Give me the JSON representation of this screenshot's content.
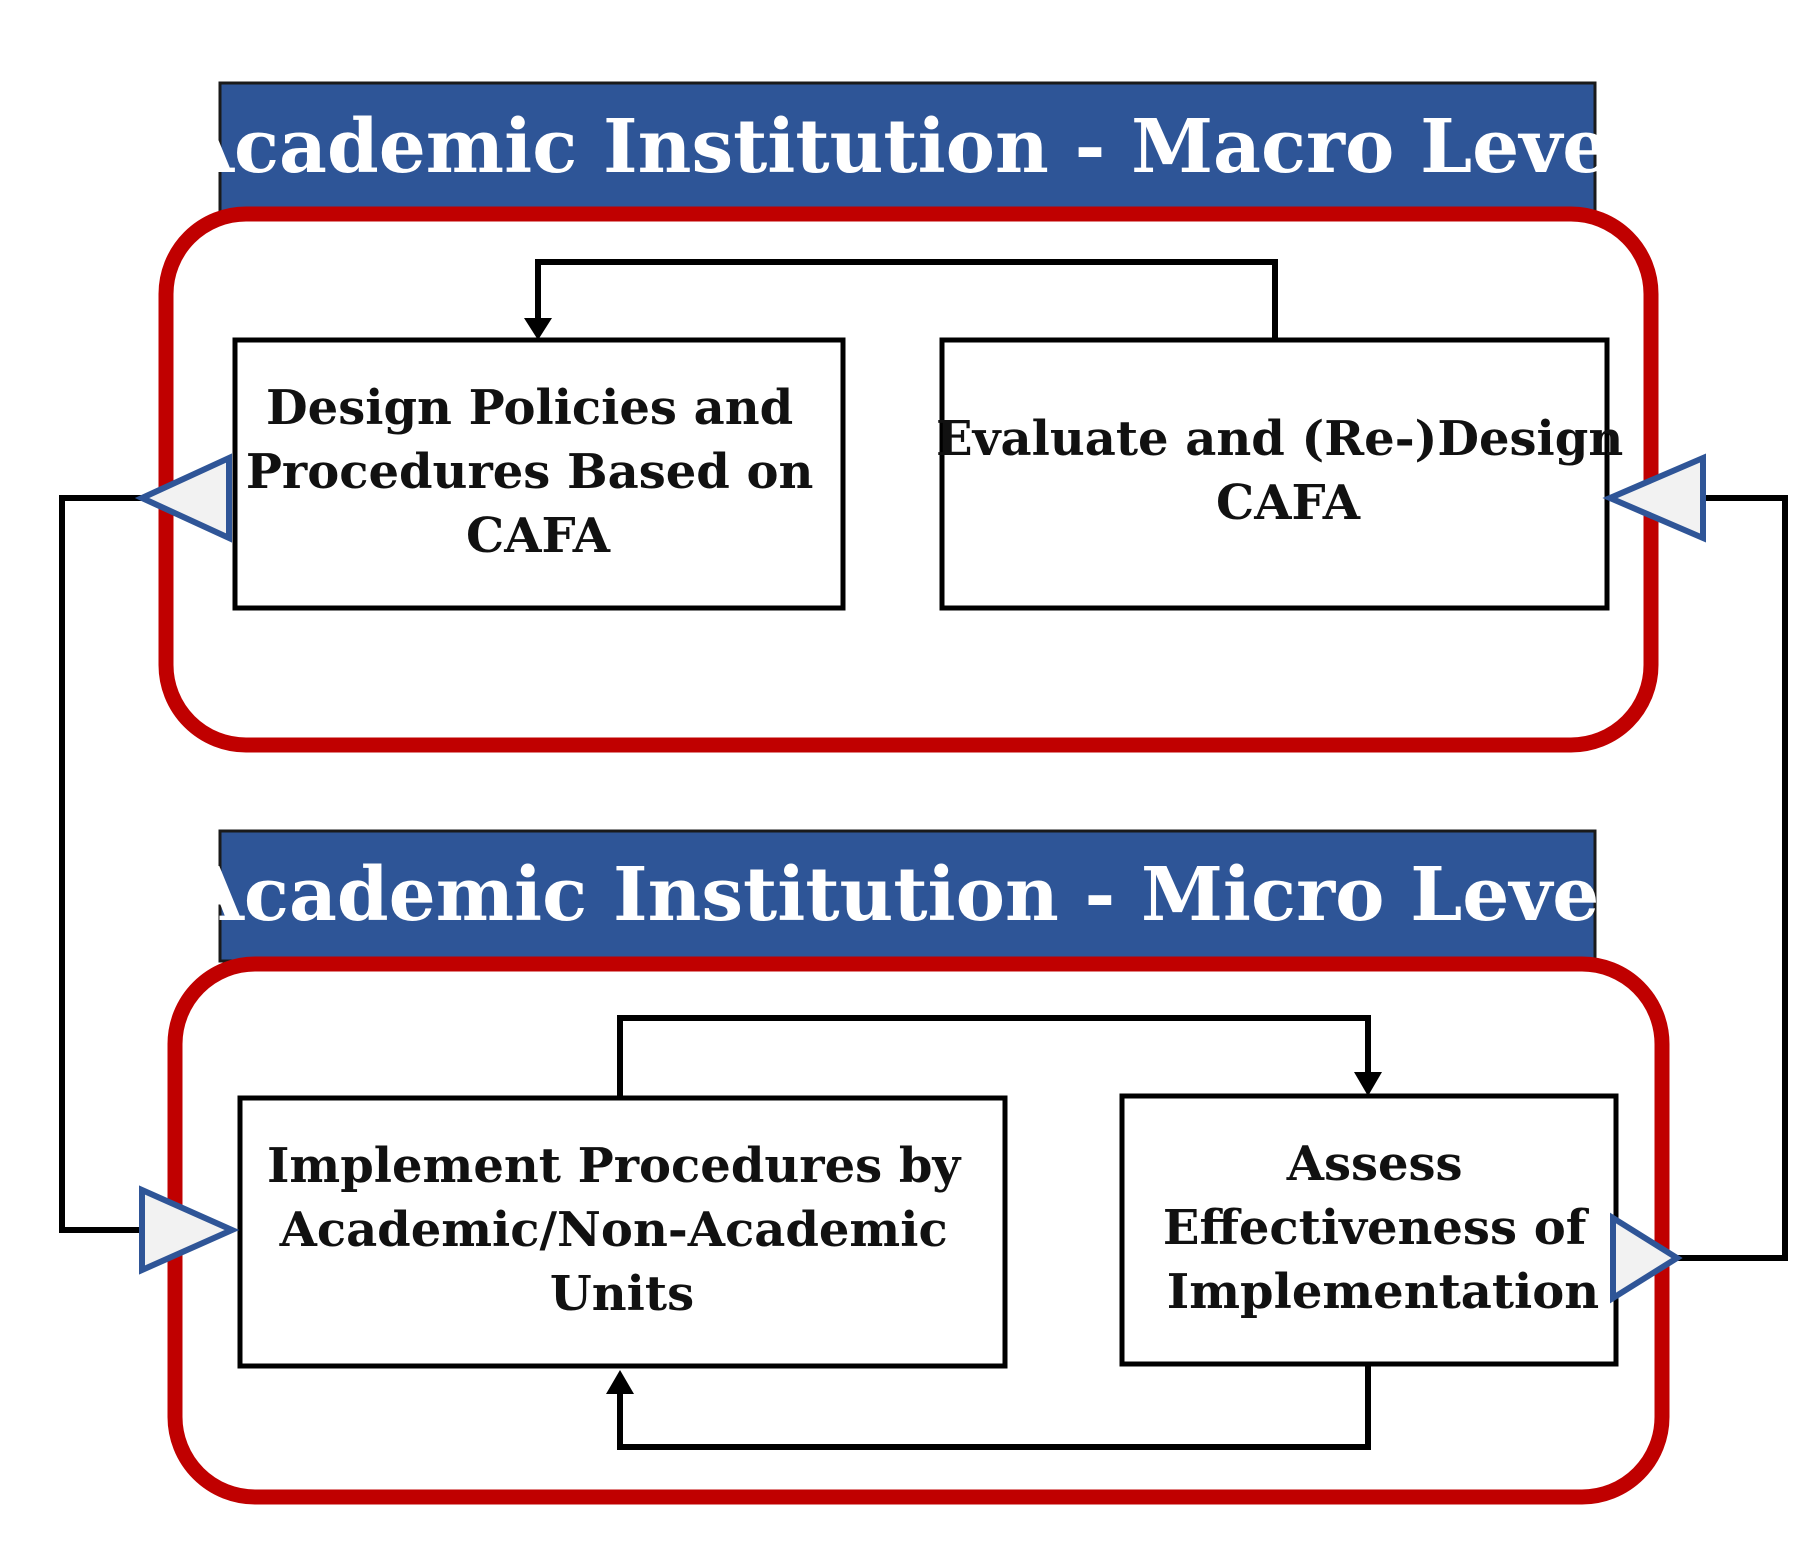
{
  "colors": {
    "banner_fill": "#2E5597",
    "banner_text": "#FFFFFF",
    "container_border": "#C00000",
    "box_border": "#000000",
    "connector": "#000000",
    "port_stroke": "#2F5597",
    "port_fill": "#F2F2F2"
  },
  "macro": {
    "title": "Academic Institution - Macro Level",
    "design_box": {
      "line1": "Design Policies and",
      "line2": "Procedures Based on",
      "line3": "CAFA"
    },
    "evaluate_box": {
      "line1": "Evaluate and (Re-)Design",
      "line2": "CAFA"
    }
  },
  "micro": {
    "title": "Academic Institution - Micro Level",
    "implement_box": {
      "line1": "Implement Procedures by",
      "line2": "Academic/Non-Academic",
      "line3": "Units"
    },
    "assess_box": {
      "line1": "Assess",
      "line2": "Effectiveness of",
      "line3": "Implementation"
    }
  }
}
